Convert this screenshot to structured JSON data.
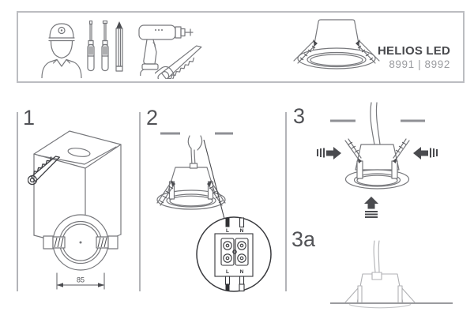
{
  "header": {
    "brand": "HELIOS LED",
    "models": "8991 | 8992",
    "icons": [
      "installer-icon",
      "screwdriver-icon",
      "screwdriver-icon",
      "pencil-icon",
      "drill-icon",
      "handsaw-icon",
      "downlight-icon"
    ]
  },
  "steps": {
    "step1": {
      "label": "1",
      "hole_diameter": "85"
    },
    "step2": {
      "label": "2",
      "terminal_top": {
        "live": "L",
        "neutral": "N"
      },
      "terminal_bottom": {
        "live": "L",
        "neutral": "N"
      }
    },
    "step3": {
      "label": "3"
    },
    "step3a": {
      "label": "3a"
    }
  },
  "colors": {
    "line": "#77787c",
    "dark_line": "#404145",
    "light_line": "#b0b1b4",
    "divider": "#b3b4b8",
    "dash": "#8f9095",
    "brand_text": "#47484c",
    "muted_text": "#9b9ca0",
    "arrow_fill": "#4a4b4f"
  }
}
